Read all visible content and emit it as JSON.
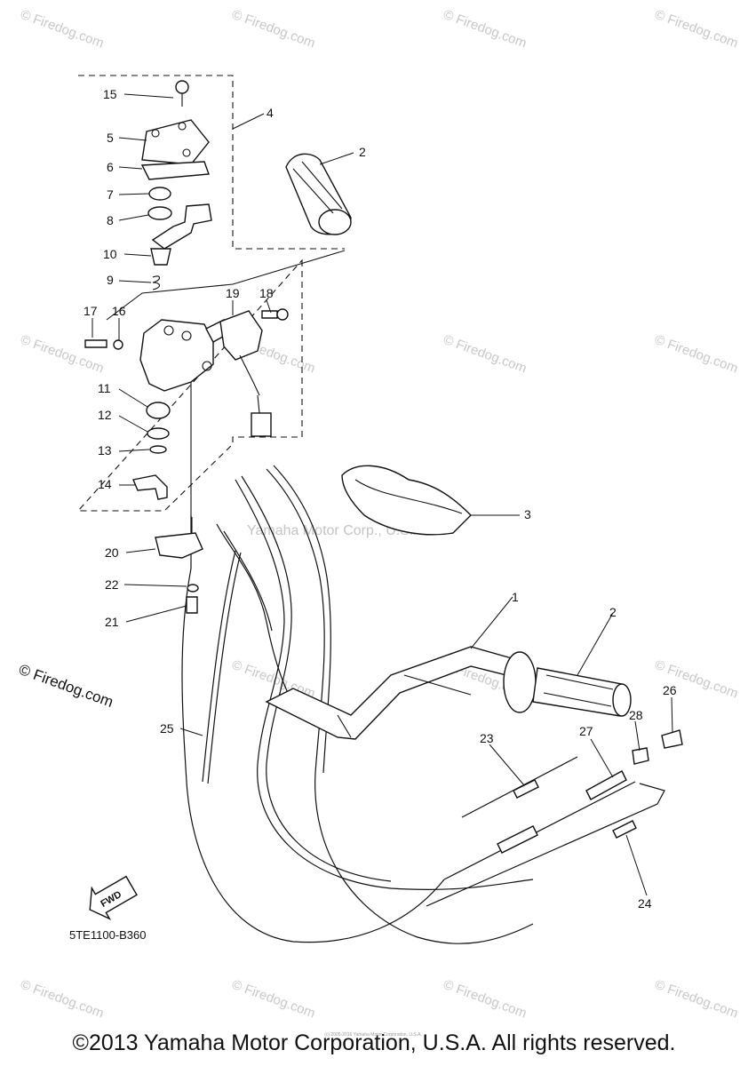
{
  "watermark": "© Firedog.com",
  "center_watermark": "Yamaha Motor Corp., U.S.A.",
  "side_copyright": "© Firedog.com",
  "diagram_code": "5TE1100-B360",
  "fwd_label": "FWD",
  "footer_text": "©2013 Yamaha Motor Corporation, U.S.A. All rights reserved.",
  "footer_small": "(c) 2005-2016 Yamaha Motor Corporation, U.S.A.",
  "callouts": [
    "1",
    "2",
    "2",
    "3",
    "4",
    "5",
    "6",
    "7",
    "8",
    "9",
    "10",
    "11",
    "12",
    "13",
    "14",
    "15",
    "16",
    "17",
    "18",
    "19",
    "20",
    "21",
    "22",
    "23",
    "24",
    "25",
    "26",
    "27",
    "28"
  ]
}
